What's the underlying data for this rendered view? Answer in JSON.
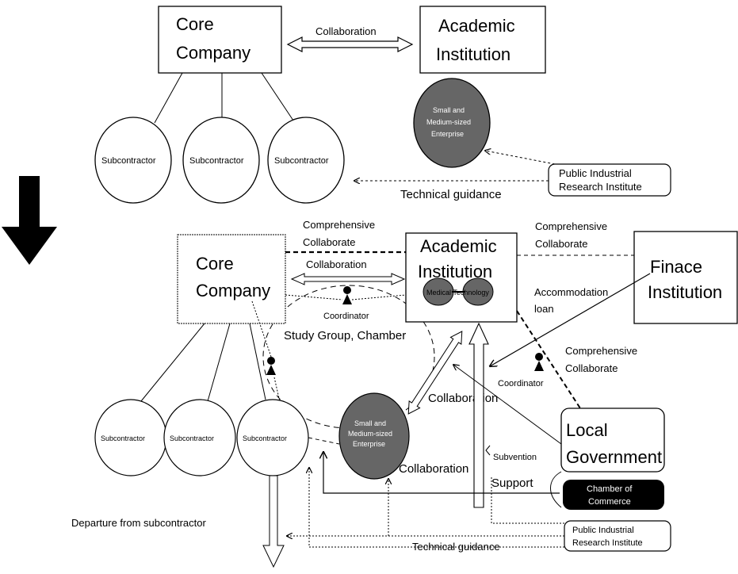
{
  "top": {
    "core_company": {
      "line1": "Core",
      "line2": "Company"
    },
    "academic": {
      "line1": "Academic",
      "line2": "Institution"
    },
    "collaboration": "Collaboration",
    "sme": {
      "line1": "Small and",
      "line2": "Medium-sized",
      "line3": "Enterprise"
    },
    "subcontractors": [
      "Subcontractor",
      "Subcontractor",
      "Subcontractor"
    ],
    "public_institute": {
      "line1": "Public Industrial",
      "line2": "Research Institute"
    },
    "technical_guidance": "Technical guidance"
  },
  "bottom": {
    "core_company": {
      "line1": "Core",
      "line2": "Company"
    },
    "academic": {
      "line1": "Academic",
      "line2": "Institution"
    },
    "medical_technology": "Medical Technology",
    "finance": {
      "line1": "Finace",
      "line2": "Institution"
    },
    "comp_collab_left": {
      "line1": "Comprehensive",
      "line2": "Collaborate"
    },
    "comp_collab_right": {
      "line1": "Comprehensive",
      "line2": "Collaborate"
    },
    "comp_collab_lower": {
      "line1": "Comprehensive",
      "line2": "Collaborate"
    },
    "collaboration_top": "Collaboration",
    "coordinator_top": "Coordinator",
    "coordinator_right": "Coordinator",
    "study_group": "Study Group, Chamber",
    "accommodation": {
      "line1": "Accommodation",
      "line2": "loan"
    },
    "collaboration_mid": "Collaboration",
    "collaboration_low": "Collaboration",
    "subvention": "Subvention",
    "support": "Support",
    "local_government": {
      "line1": "Local",
      "line2": "Government"
    },
    "chamber": {
      "line1": "Chamber of",
      "line2": "Commerce"
    },
    "public_institute": {
      "line1": "Public Industrial",
      "line2": "Research Institute"
    },
    "technical_guidance": "Technical guidance",
    "departure": "Departure from subcontractor",
    "sme": {
      "line1": "Small and",
      "line2": "Medium-sized",
      "line3": "Enterprise"
    },
    "subcontractors": [
      "Subcontractor",
      "Subcontractor",
      "Subcontractor"
    ]
  },
  "colors": {
    "sme_fill": "#666666",
    "chamber_fill": "#000000",
    "arrow_fill": "#000000"
  }
}
